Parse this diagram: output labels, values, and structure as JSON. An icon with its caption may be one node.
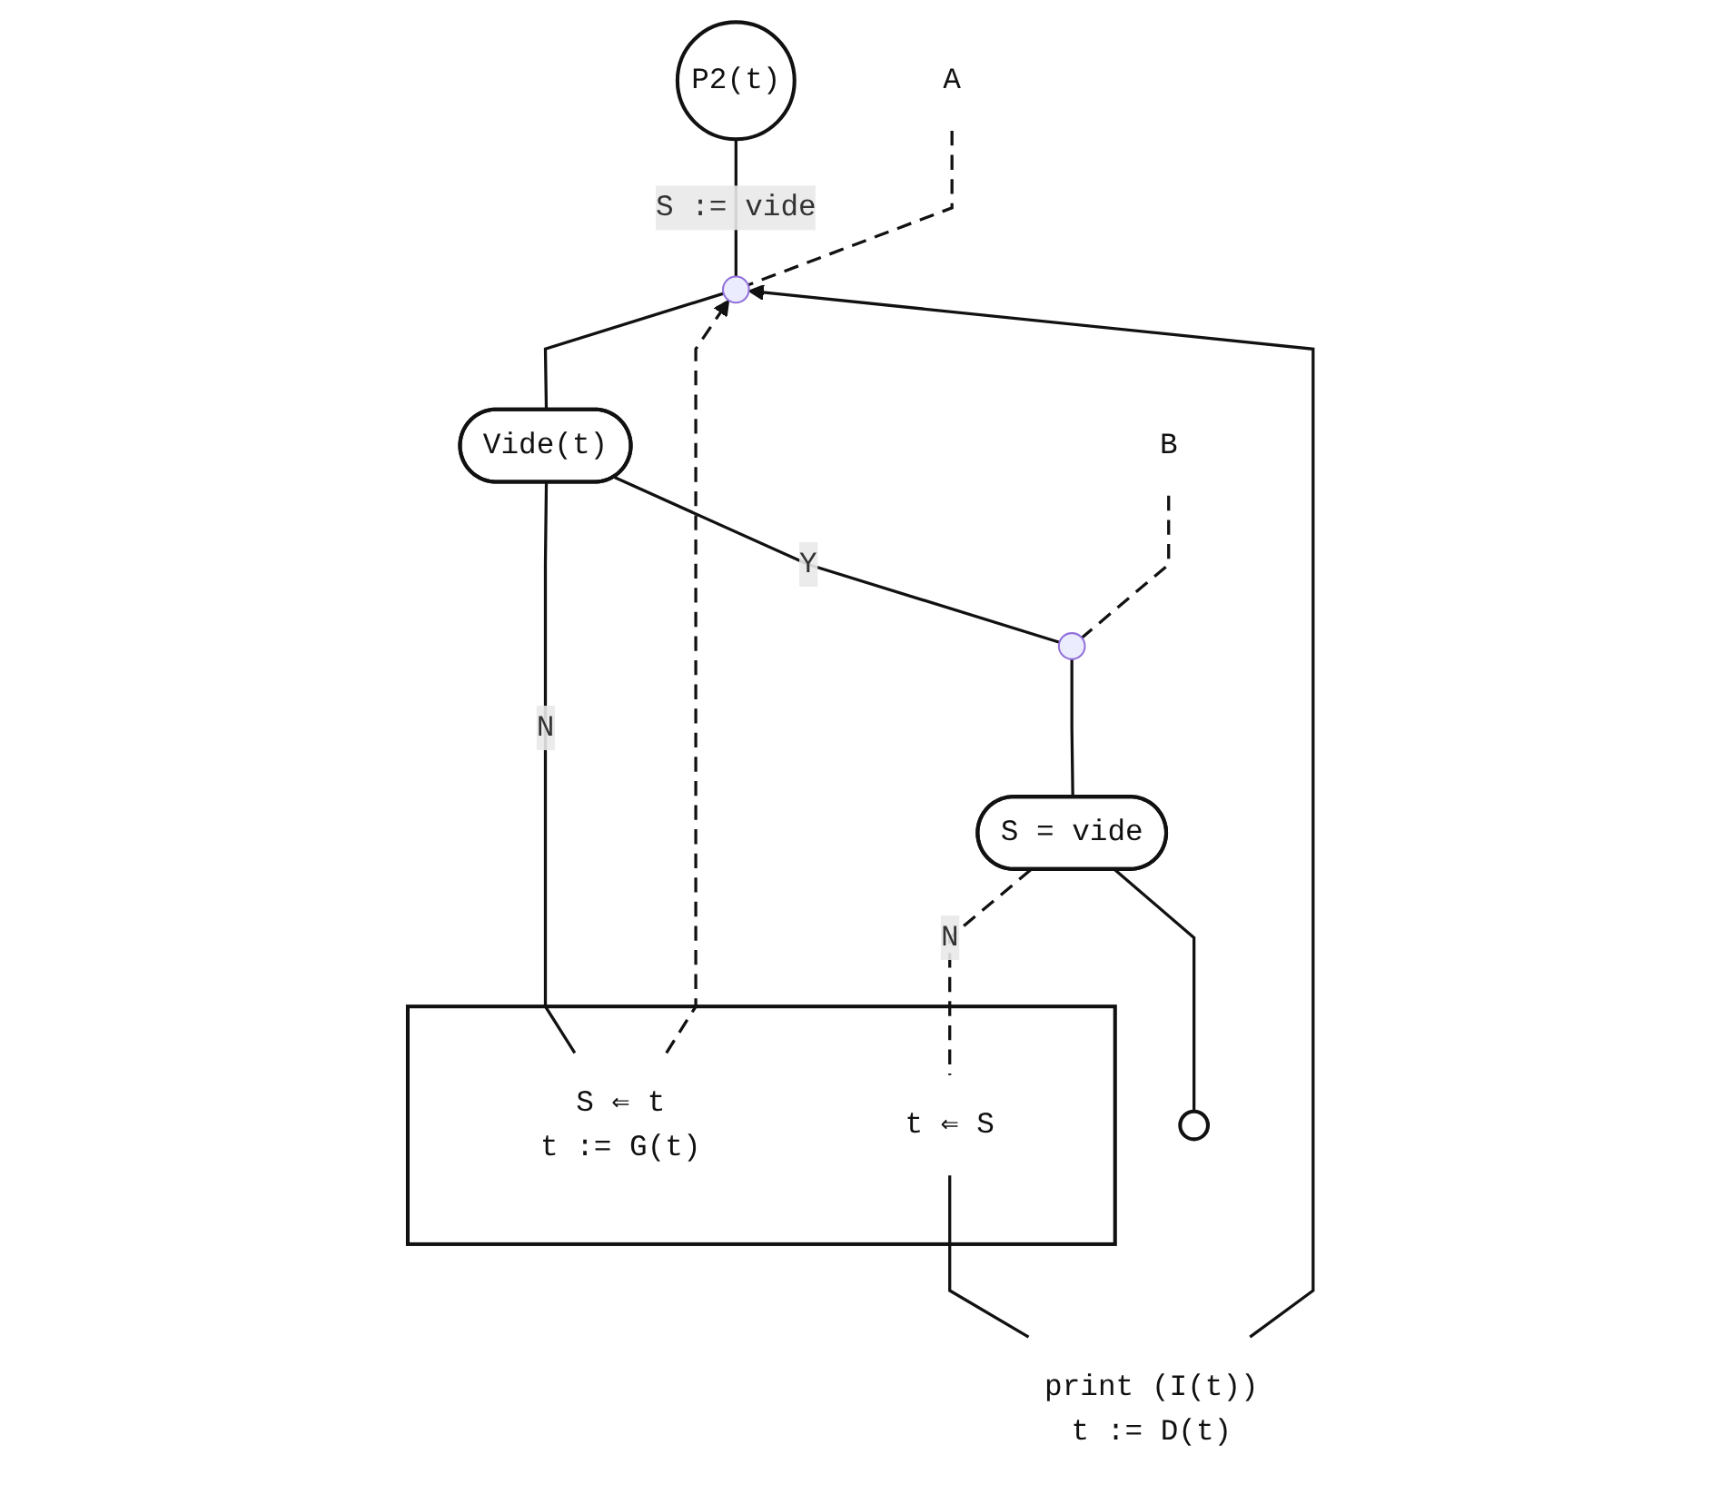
{
  "diagram": {
    "nodes": [
      {
        "text": [
          "P2(t)"
        ]
      },
      {
        "text": [
          "A"
        ]
      },
      {
        "text": [],
        "shape": "circle"
      },
      {
        "text": [
          "Vide(t)"
        ]
      },
      {
        "text": [
          "B"
        ]
      },
      {
        "text": [],
        "shape": "circle"
      },
      {
        "text": [
          "S = vide"
        ]
      },
      {
        "text": [],
        "shape": "box"
      },
      {
        "text": [
          "S ⇐ t",
          "t := G(t)"
        ],
        "in": 7
      },
      {
        "text": [
          "t ⇐ S"
        ],
        "in": 7
      },
      {
        "text": [
          "print (I(t))",
          "t := D(t)"
        ]
      },
      {
        "text": [],
        "shape": "circle"
      }
    ],
    "edges": [
      {
        "from": 0,
        "to": 2,
        "arrow": "none",
        "label": "S := vide"
      },
      {
        "from": 1,
        "to": 2,
        "arrow": "none",
        "style": "dashed"
      },
      {
        "from": 2,
        "to": 3,
        "arrow": "none"
      },
      {
        "from": 3,
        "to": 8,
        "arrow": "none",
        "label": "N"
      },
      {
        "from": 8,
        "to": 2,
        "arrow": "to",
        "style": "dashed"
      },
      {
        "from": 3,
        "to": 5,
        "arrow": "none",
        "label": "Y"
      },
      {
        "from": 4,
        "to": 5,
        "arrow": "none",
        "style": "dashed"
      },
      {
        "from": 5,
        "to": 6,
        "arrow": "none"
      },
      {
        "from": 6,
        "to": 9,
        "arrow": "none",
        "style": "dashed",
        "label": "N"
      },
      {
        "from": 9,
        "to": 10,
        "arrow": "none"
      },
      {
        "from": 10,
        "to": 2,
        "arrow": "to"
      },
      {
        "from": 6,
        "to": 11,
        "arrow": "none"
      }
    ]
  }
}
